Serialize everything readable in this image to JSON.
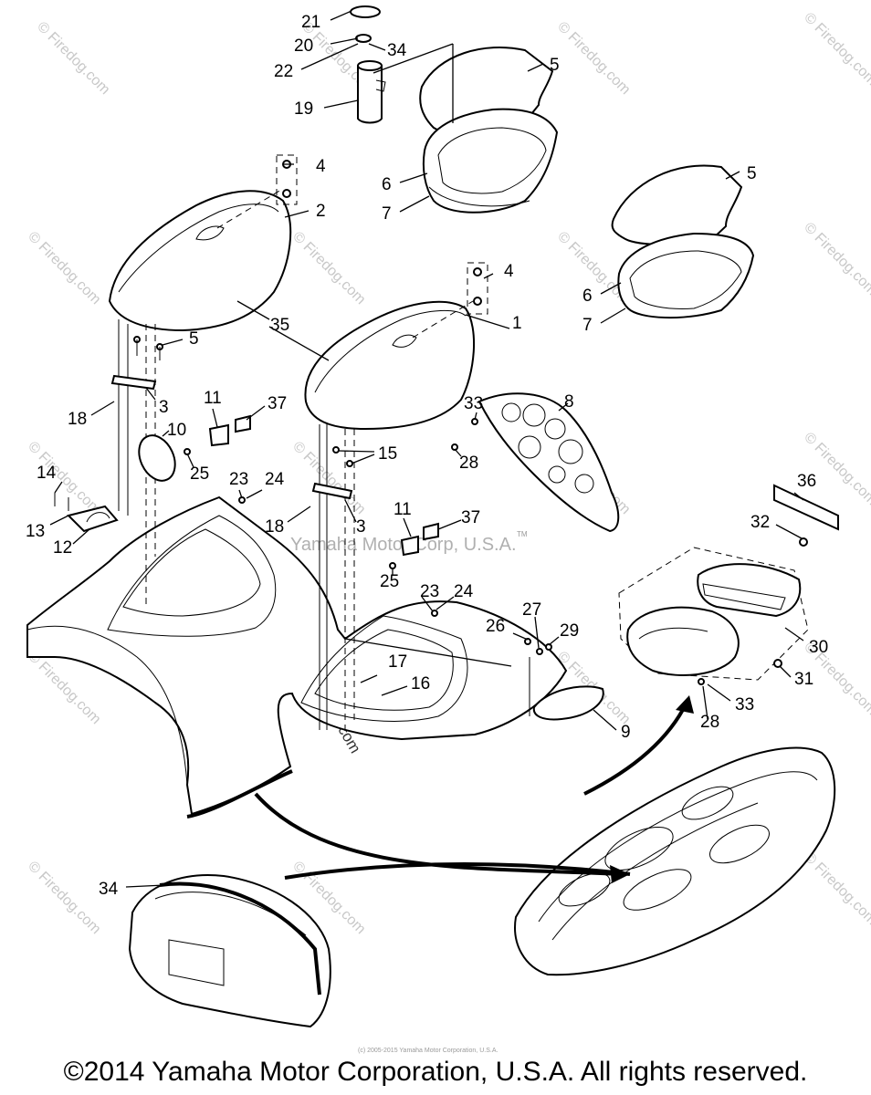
{
  "copyright": "©2014 Yamaha Motor Corporation, U.S.A. All rights reserved.",
  "watermark": "© Firedog.com",
  "mid_watermark": "Yamaha Motor Corp, U.S.A.",
  "tm_mark": "TM",
  "small_print": "(c) 2005-2015 Yamaha Motor Corporation, U.S.A.",
  "callouts": {
    "c21": "21",
    "c20": "20",
    "c22": "22",
    "c34a": "34",
    "c19": "19",
    "c5a": "5",
    "c6a": "6",
    "c7a": "7",
    "c5b": "5",
    "c6b": "6",
    "c7b": "7",
    "c4a": "4",
    "c2": "2",
    "c35": "35",
    "c5c": "5",
    "c3a": "3",
    "c18a": "18",
    "c10": "10",
    "c11a": "11",
    "c37a": "37",
    "c25a": "25",
    "c14": "14",
    "c13": "13",
    "c12": "12",
    "c23a": "23",
    "c24a": "24",
    "c4b": "4",
    "c1": "1",
    "c33a": "33",
    "c8": "8",
    "c15": "15",
    "c28a": "28",
    "c18b": "18",
    "c3b": "3",
    "c11b": "11",
    "c37b": "37",
    "c25b": "25",
    "c23b": "23",
    "c24b": "24",
    "c36": "36",
    "c32": "32",
    "c26": "26",
    "c27": "27",
    "c29": "29",
    "c30": "30",
    "c31": "31",
    "c17": "17",
    "c16": "16",
    "c33b": "33",
    "c28b": "28",
    "c9": "9",
    "c34b": "34"
  }
}
